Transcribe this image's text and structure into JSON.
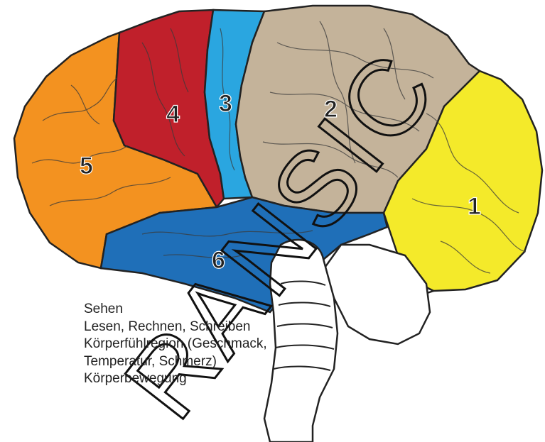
{
  "diagram": {
    "regions": [
      {
        "number": "1",
        "color": "#f4ea2a"
      },
      {
        "number": "2",
        "color": "#c4b39a"
      },
      {
        "number": "3",
        "color": "#2aa6e0"
      },
      {
        "number": "4",
        "color": "#c0202b"
      },
      {
        "number": "5",
        "color": "#f39220"
      },
      {
        "number": "6",
        "color": "#1f6fb8"
      }
    ],
    "legend": [
      "Sehen",
      "Lesen, Rechnen, Schreiben",
      "Körperfühlregion (Geschmack,",
      "Temperatur, Schmerz)",
      "Körperbewegung"
    ],
    "watermark": "RANSIC"
  }
}
